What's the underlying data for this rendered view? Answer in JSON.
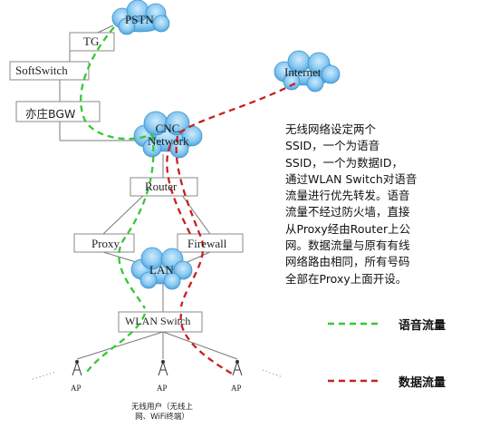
{
  "nodes": {
    "pstn": "PSTN",
    "tg": "TG",
    "softswitch": "SoftSwitch",
    "bgw": "亦庄BGW",
    "internet": "Internet",
    "cnc_line1": "CNC",
    "cnc_line2": "Network",
    "router": "Router",
    "proxy": "Proxy",
    "firewall": "Firewall",
    "lan": "LAN",
    "wlan_switch": "WLAN Switch",
    "ap": "AP",
    "users_line1": "无线用户（无线上",
    "users_line2": "网、WiFi终端）"
  },
  "description": [
    "无线网络设定两个",
    "SSID，一个为语音",
    "SSID，一个为数据ID，",
    "通过WLAN Switch对语音",
    "流量进行优先转发。语音",
    "流量不经过防火墙，直接",
    "从Proxy经由Router上公",
    "网。数据流量与原有有线",
    "网络路由相同，所有号码",
    "全部在Proxy上面开设。"
  ],
  "legend": {
    "voice": "语音流量",
    "data": "数据流量"
  },
  "colors": {
    "cloud": "#5fb0e6",
    "voice_line": "#33cc33",
    "data_line": "#cc2222",
    "box_border": "#888888"
  }
}
